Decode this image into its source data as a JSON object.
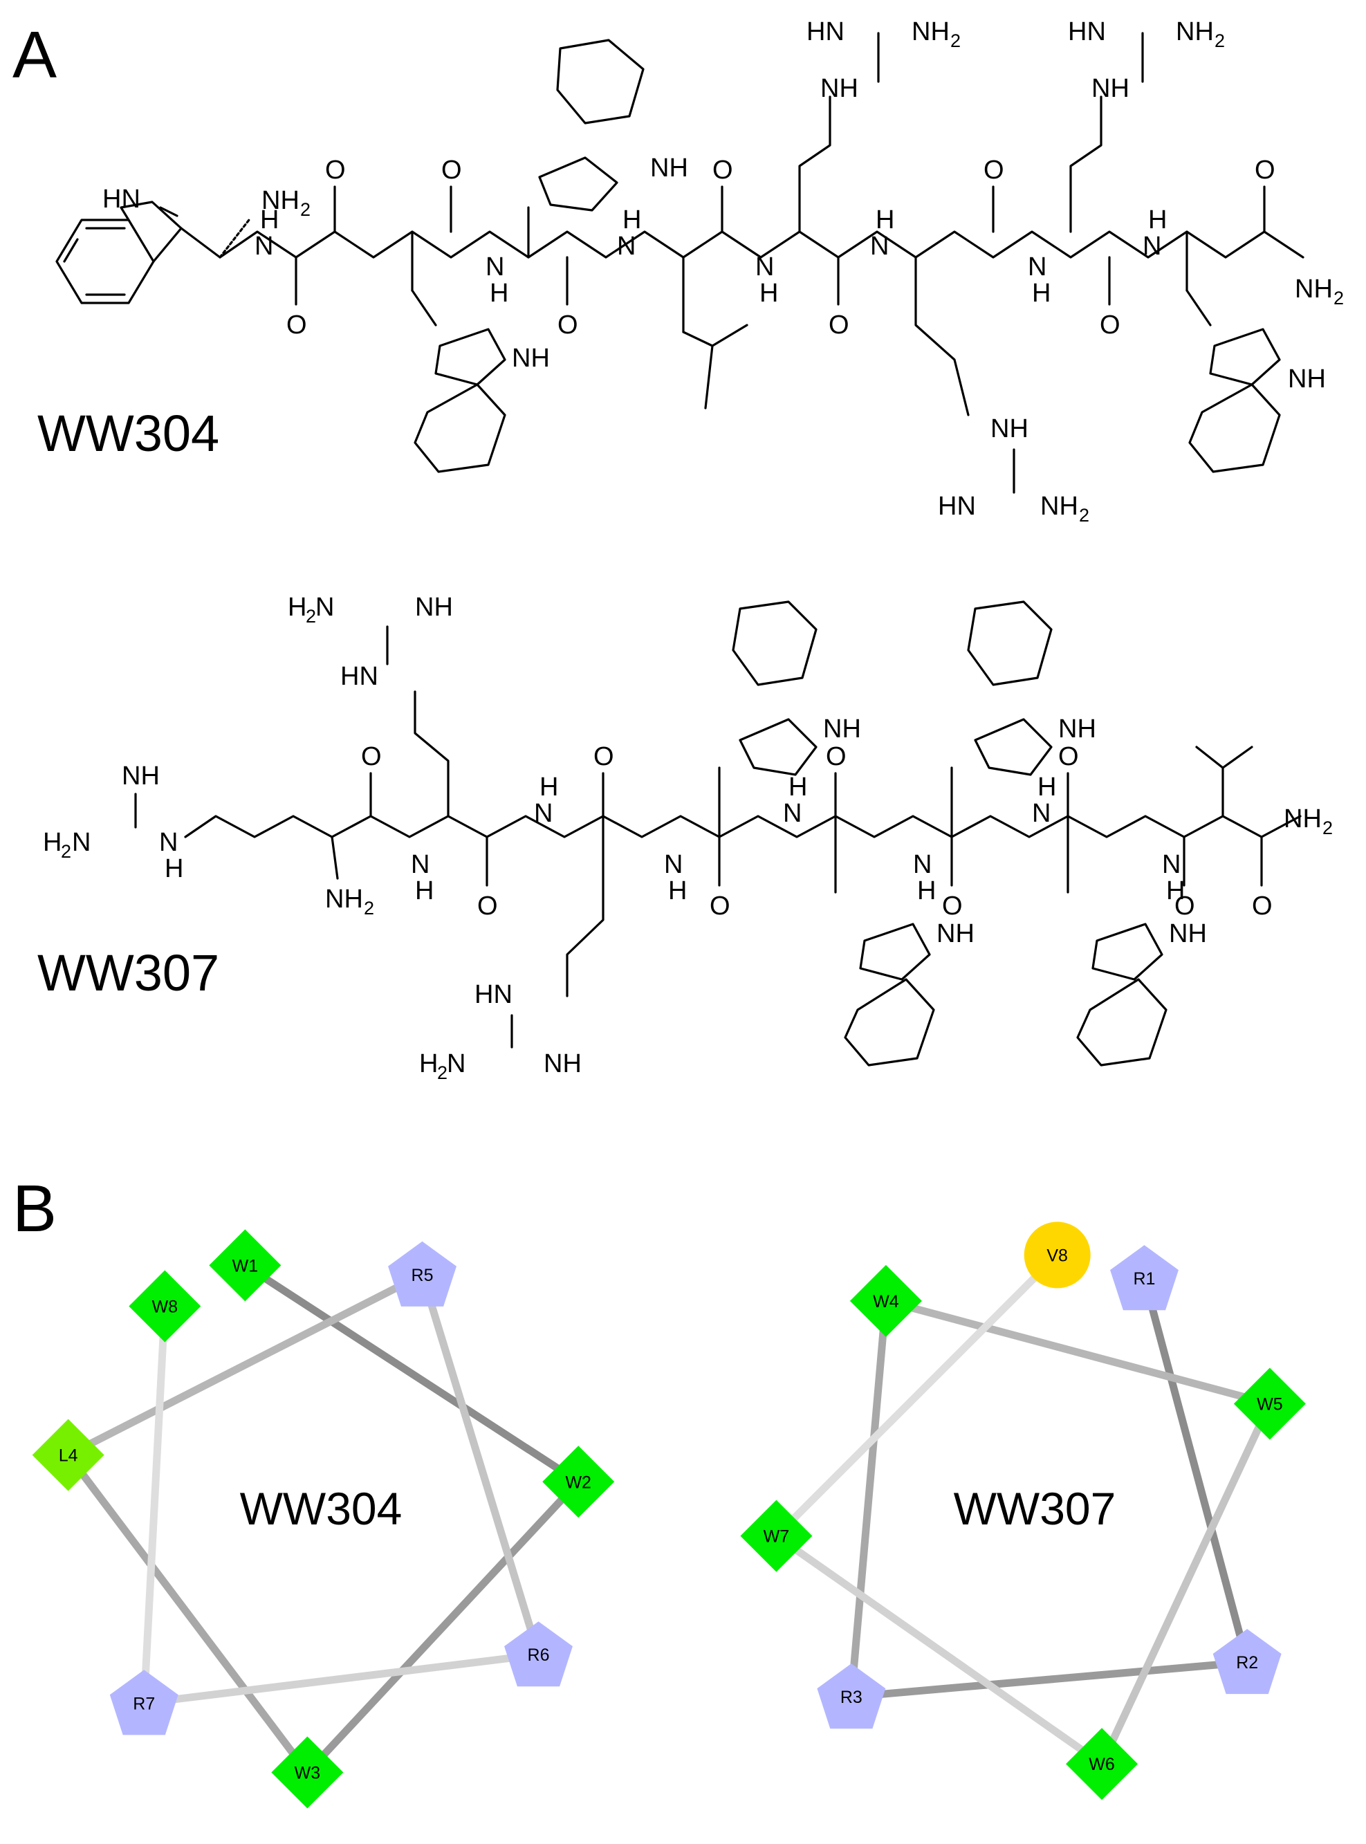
{
  "panel_a": {
    "letter": "A",
    "molecules": [
      {
        "id": "ww304",
        "name": "WW304"
      },
      {
        "id": "ww307",
        "name": "WW307"
      }
    ]
  },
  "panel_b": {
    "letter": "B",
    "wheels": [
      {
        "id": "ww304",
        "name": "WW304",
        "residues": [
          {
            "label": "W1",
            "shape": "diamond",
            "color": "#00ee00"
          },
          {
            "label": "W2",
            "shape": "diamond",
            "color": "#00ee00"
          },
          {
            "label": "W3",
            "shape": "diamond",
            "color": "#00ee00"
          },
          {
            "label": "L4",
            "shape": "diamond",
            "color": "#77f000"
          },
          {
            "label": "R5",
            "shape": "pentagon",
            "color": "#b3b6ff"
          },
          {
            "label": "R6",
            "shape": "pentagon",
            "color": "#b3b6ff"
          },
          {
            "label": "R7",
            "shape": "pentagon",
            "color": "#b3b6ff"
          },
          {
            "label": "W8",
            "shape": "diamond",
            "color": "#00ee00"
          }
        ]
      },
      {
        "id": "ww307",
        "name": "WW307",
        "residues": [
          {
            "label": "R1",
            "shape": "pentagon",
            "color": "#b3b6ff"
          },
          {
            "label": "R2",
            "shape": "pentagon",
            "color": "#b3b6ff"
          },
          {
            "label": "R3",
            "shape": "pentagon",
            "color": "#b3b6ff"
          },
          {
            "label": "W4",
            "shape": "diamond",
            "color": "#00ee00"
          },
          {
            "label": "W5",
            "shape": "diamond",
            "color": "#00ee00"
          },
          {
            "label": "W6",
            "shape": "diamond",
            "color": "#00ee00"
          },
          {
            "label": "W7",
            "shape": "diamond",
            "color": "#00ee00"
          },
          {
            "label": "V8",
            "shape": "circle",
            "color": "#ffd700"
          }
        ]
      }
    ],
    "connector_colors": [
      "#8c8c8c",
      "#9a9a9a",
      "#a8a8a8",
      "#b6b6b6",
      "#c4c4c4",
      "#d2d2d2",
      "#dedede"
    ]
  }
}
